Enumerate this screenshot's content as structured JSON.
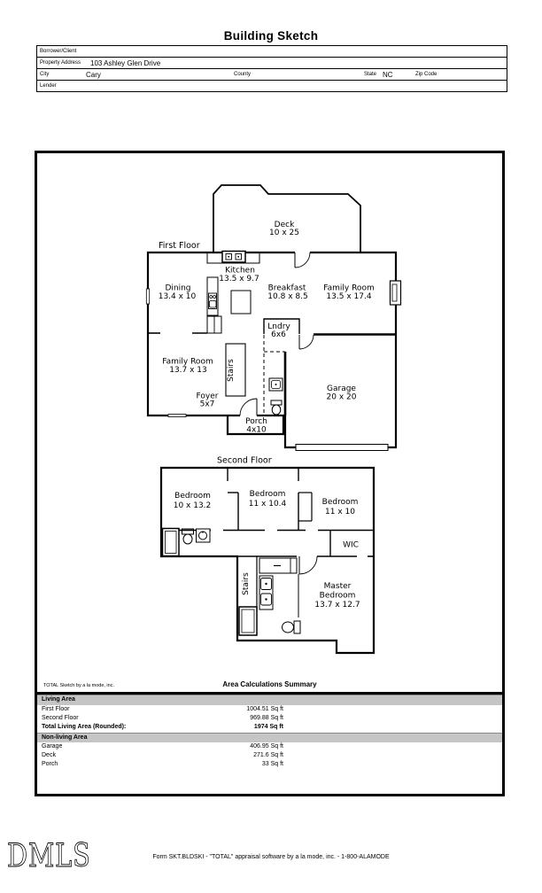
{
  "page": {
    "title": "Building Sketch"
  },
  "form": {
    "borrower_label": "Borrower/Client",
    "property_address_label": "Property Address",
    "property_address_value": "103 Ashley Glen Drive",
    "city_label": "City",
    "city_value": "Cary",
    "county_label": "County",
    "state_label": "State",
    "state_value": "NC",
    "zip_label": "Zip Code",
    "lender_label": "Lender"
  },
  "plan": {
    "first_floor_label": "First Floor",
    "second_floor_label": "Second Floor",
    "deck": {
      "name": "Deck",
      "dims": "10 x 25"
    },
    "kitchen": {
      "name": "Kitchen",
      "dims": "13.5 x 9.7"
    },
    "dining": {
      "name": "Dining",
      "dims": "13.4 x 10"
    },
    "breakfast": {
      "name": "Breakfast",
      "dims": "10.8 x 8.5"
    },
    "family_room_main": {
      "name": "Family Room",
      "dims": "13.5 x 17.4"
    },
    "laundry": {
      "name": "Lndry",
      "dims": "6x6"
    },
    "family_room_lower": {
      "name": "Family Room",
      "dims": "13.7 x 13"
    },
    "stairs_first": "Stairs",
    "foyer": {
      "name": "Foyer",
      "dims": "5x7"
    },
    "garage": {
      "name": "Garage",
      "dims": "20 x 20"
    },
    "porch": {
      "name": "Porch",
      "dims": "4x10"
    },
    "bedroom_left": {
      "name": "Bedroom",
      "dims": "10 x 13.2"
    },
    "bedroom_middle": {
      "name": "Bedroom",
      "dims": "11 x 10.4"
    },
    "bedroom_right": {
      "name": "Bedroom",
      "dims": "11 x 10"
    },
    "wic": {
      "name": "WIC"
    },
    "stairs_second": "Stairs",
    "master": {
      "line1": "Master",
      "line2": "Bedroom",
      "dims": "13.7 x 12.7"
    }
  },
  "summary": {
    "branding": "TOTAL Sketch by a la mode, inc.",
    "title": "Area Calculations Summary",
    "living_header": "Living Area",
    "living_rows": [
      {
        "label": "First Floor",
        "value": "1004.51 Sq ft"
      },
      {
        "label": "Second Floor",
        "value": "969.88 Sq ft"
      }
    ],
    "total_row": {
      "label": "Total Living Area (Rounded):",
      "value": "1974 Sq ft"
    },
    "nonliving_header": "Non-living Area",
    "nonliving_rows": [
      {
        "label": "Garage",
        "value": "406.95 Sq ft"
      },
      {
        "label": "Deck",
        "value": "271.6 Sq ft"
      },
      {
        "label": "Porch",
        "value": "33 Sq ft"
      }
    ]
  },
  "footer": {
    "logo": "DMLS",
    "line": "Form SKT.BLDSKI - \"TOTAL\" appraisal software by a la mode, inc. - 1-800-ALAMODE"
  }
}
